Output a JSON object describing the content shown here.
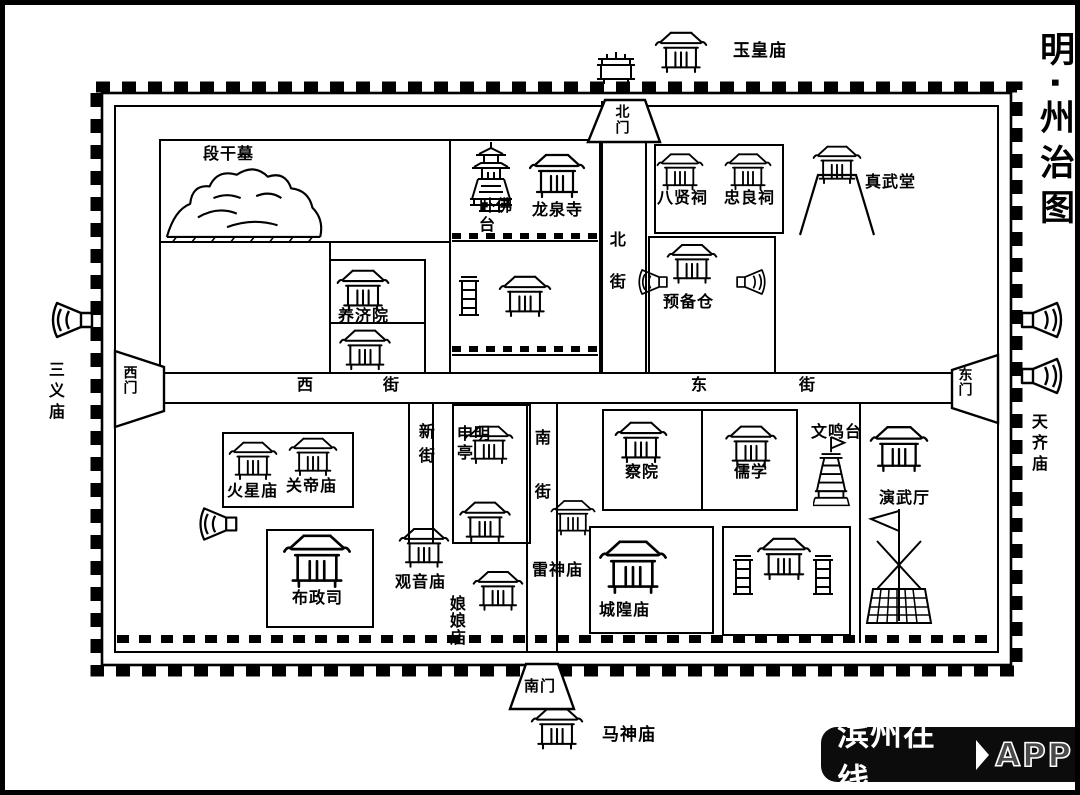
{
  "title": "明·州治图",
  "watermark": {
    "brand": "滨州在线",
    "suffix": "APP"
  },
  "gates": {
    "north": "北门",
    "south": "南门",
    "west": "西门",
    "east": "东门"
  },
  "streets": {
    "north": "北街",
    "south": "南街",
    "west": "西街",
    "east": "东街",
    "new_street": "新街"
  },
  "outside": {
    "yuhuangmiao": "玉皇庙",
    "sanyimiao": "三义庙",
    "tianqimiao": "天齐庙",
    "mashenmiao": "马神庙"
  },
  "places": {
    "duanganmu": "段干墓",
    "wofotai": "卧佛台",
    "longquansi": "龙泉寺",
    "baxianci": "八贤祠",
    "zhongliangci": "忠良祠",
    "zhenwutang": "真武堂",
    "yangjiyuan": "养济院",
    "yubeicang": "预备仓",
    "huoxingmiao": "火星庙",
    "guandimiao": "关帝庙",
    "chayuan": "察院",
    "ruxue": "儒学",
    "wenmingtai": "文鸣台",
    "yanwuting": "演武厅",
    "buzhengsi": "布政司",
    "guanyinmiao": "观音庙",
    "shenmingting": "申明亭",
    "leishenmiao": "雷神庙",
    "niangniangmiao": "娘娘庙",
    "chenghuangmiao": "城隍庙"
  }
}
